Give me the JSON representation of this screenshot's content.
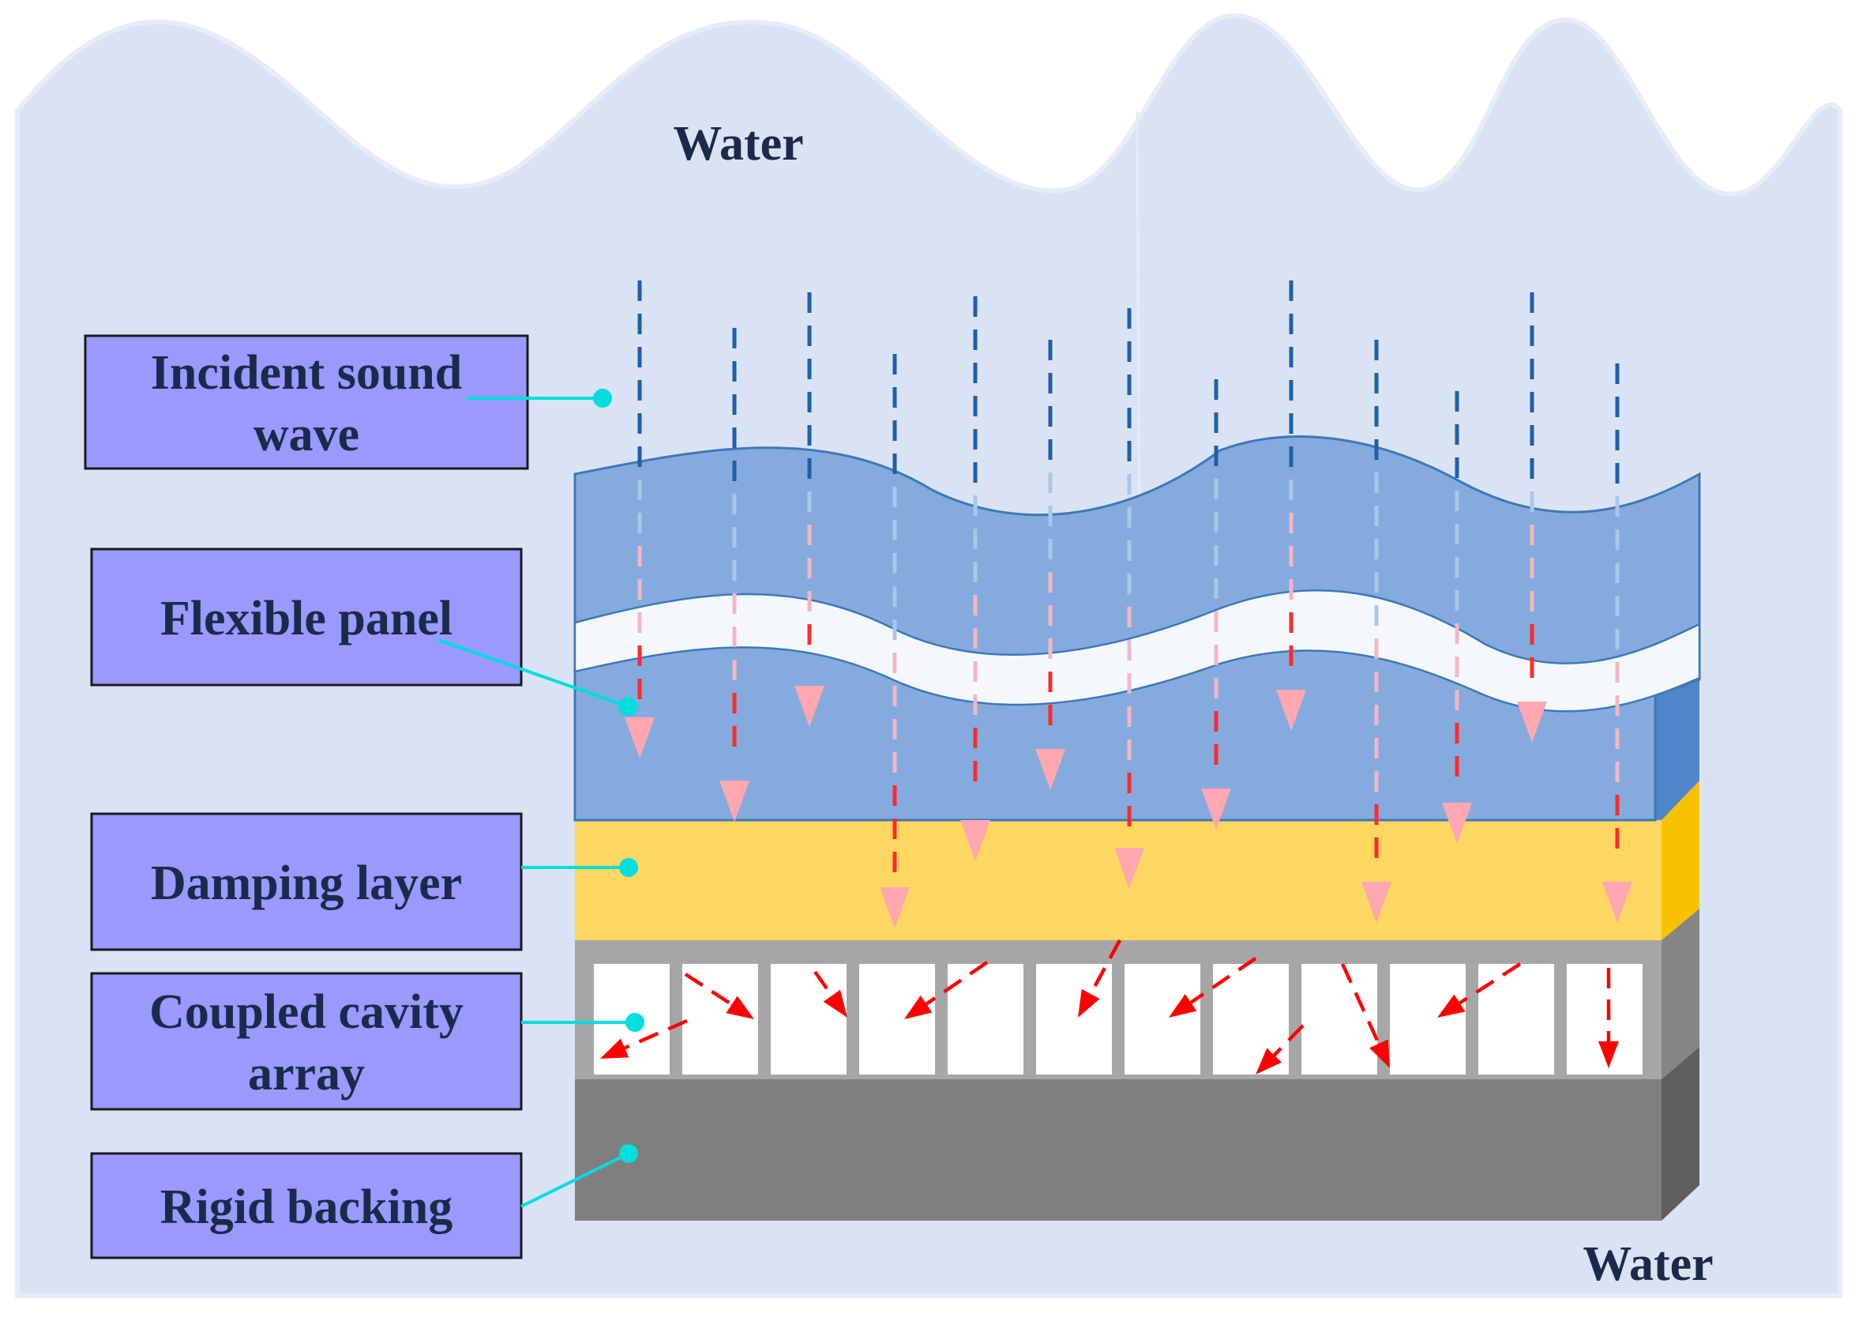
{
  "diagram": {
    "water_top_label": "Water",
    "water_bottom_label": "Water",
    "labels": [
      {
        "id": "incident",
        "lines": [
          "Incident sound",
          "wave"
        ]
      },
      {
        "id": "flexible",
        "lines": [
          "Flexible panel"
        ]
      },
      {
        "id": "damping",
        "lines": [
          "Damping layer"
        ]
      },
      {
        "id": "cavity",
        "lines": [
          "Coupled cavity",
          "array"
        ]
      },
      {
        "id": "rigid",
        "lines": [
          "Rigid backing"
        ]
      }
    ],
    "colors": {
      "water": "#dae3f4",
      "label_fill": "#9999ff",
      "label_text": "#1b2a4a",
      "panel": "#85abde",
      "panel_side": "#4f86c9",
      "panel_band": "#f4f8fd",
      "damping": "#fdd75f",
      "damping_side": "#f7c200",
      "cavity_frame": "#a6a6a6",
      "cavity_side": "#858585",
      "rigid": "#7f7f7f",
      "rigid_side": "#5f5f5f",
      "leader": "#00dede",
      "incident_dash": "#1f5fa8",
      "red_arrow": "#ff0000",
      "pink_arrow": "#ffa6b0"
    }
  }
}
